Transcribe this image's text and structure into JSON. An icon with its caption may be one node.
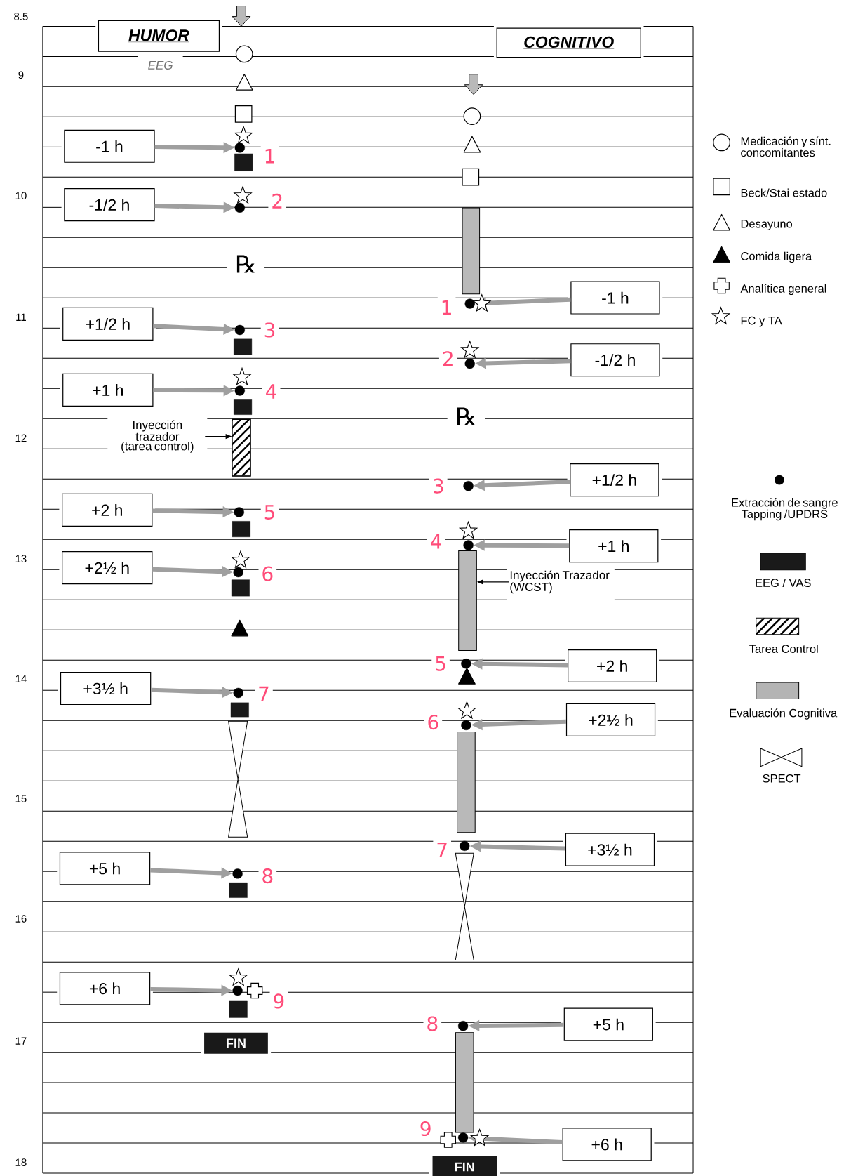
{
  "diagram": {
    "nodes": [
      {
        "text": [
          "HUMOR"
        ]
      },
      {
        "text": [
          "COGNITIVO"
        ]
      },
      {
        "text": [
          "-1 h"
        ]
      },
      {
        "text": [
          "-1/2 h"
        ]
      },
      {
        "text": [
          "+1/2 h"
        ]
      },
      {
        "text": [
          "+1 h"
        ]
      },
      {
        "text": [
          "+2 h"
        ]
      },
      {
        "text": [
          "+2½ h"
        ]
      },
      {
        "text": [
          "+3½ h"
        ]
      },
      {
        "text": [
          "+5 h"
        ]
      },
      {
        "text": [
          "+6 h"
        ]
      },
      {
        "text": [
          "-1 h"
        ]
      },
      {
        "text": [
          "-1/2 h"
        ]
      },
      {
        "text": [
          "+1/2 h"
        ]
      },
      {
        "text": [
          "+1 h"
        ]
      },
      {
        "text": [
          "+2 h"
        ]
      },
      {
        "text": [
          "+2½ h"
        ]
      },
      {
        "text": [
          "+3½ h"
        ]
      },
      {
        "text": [
          "+5 h"
        ]
      },
      {
        "text": [
          "+6 h"
        ]
      },
      {
        "text": [],
        "shape": "circle"
      },
      {
        "text": [],
        "shape": "circle"
      },
      {
        "text": [],
        "shape": "circle"
      },
      {
        "text": [],
        "shape": "circle"
      },
      {
        "text": [],
        "shape": "circle"
      },
      {
        "text": [],
        "shape": "circle"
      },
      {
        "text": [],
        "shape": "circle"
      },
      {
        "text": [],
        "shape": "circle"
      },
      {
        "text": [],
        "shape": "circle"
      },
      {
        "text": [],
        "shape": "circle"
      },
      {
        "text": [],
        "shape": "circle"
      },
      {
        "text": [],
        "shape": "circle"
      },
      {
        "text": [],
        "shape": "circle"
      },
      {
        "text": [],
        "shape": "circle"
      },
      {
        "text": [],
        "shape": "circle"
      },
      {
        "text": [],
        "shape": "circle"
      },
      {
        "text": [],
        "shape": "circle"
      },
      {
        "text": [],
        "shape": "circle"
      },
      {
        "text": [
          "Inyección trazador (tarea control)"
        ]
      },
      {
        "text": [],
        "shape": "bar"
      },
      {
        "text": [
          "Inyección Trazador (WCST)"
        ]
      },
      {
        "text": [],
        "shape": "bar"
      },
      {
        "text": [
          "FIN"
        ]
      },
      {
        "text": [
          "FIN"
        ]
      },
      {
        "text": [],
        "shape": "bar"
      },
      {
        "text": [],
        "shape": "bar"
      },
      {
        "text": [],
        "shape": "bar"
      },
      {
        "text": [],
        "shape": "hourglass"
      },
      {
        "text": [],
        "shape": "hourglass"
      },
      {
        "text": [],
        "shape": "box"
      },
      {
        "text": [],
        "shape": "box"
      },
      {
        "text": [],
        "shape": "box"
      },
      {
        "text": [],
        "shape": "box"
      },
      {
        "text": [],
        "shape": "box"
      },
      {
        "text": [],
        "shape": "box"
      },
      {
        "text": [],
        "shape": "box"
      },
      {
        "text": [],
        "shape": "box"
      }
    ],
    "edges": [
      {
        "from": 2,
        "to": 20,
        "arrow": "to"
      },
      {
        "from": 3,
        "to": 21,
        "arrow": "to"
      },
      {
        "from": 4,
        "to": 22,
        "arrow": "to"
      },
      {
        "from": 5,
        "to": 23,
        "arrow": "to"
      },
      {
        "from": 6,
        "to": 24,
        "arrow": "to"
      },
      {
        "from": 7,
        "to": 25,
        "arrow": "to"
      },
      {
        "from": 8,
        "to": 26,
        "arrow": "to"
      },
      {
        "from": 9,
        "to": 27,
        "arrow": "to"
      },
      {
        "from": 10,
        "to": 28,
        "arrow": "to"
      },
      {
        "from": 11,
        "to": 29,
        "arrow": "to"
      },
      {
        "from": 12,
        "to": 30,
        "arrow": "to"
      },
      {
        "from": 13,
        "to": 31,
        "arrow": "to"
      },
      {
        "from": 14,
        "to": 32,
        "arrow": "to"
      },
      {
        "from": 15,
        "to": 33,
        "arrow": "to"
      },
      {
        "from": 16,
        "to": 34,
        "arrow": "to"
      },
      {
        "from": 17,
        "to": 35,
        "arrow": "to"
      },
      {
        "from": 18,
        "to": 36,
        "arrow": "to"
      },
      {
        "from": 19,
        "to": 37,
        "arrow": "to"
      },
      {
        "from": 38,
        "to": 39,
        "arrow": "to",
        "color": "#000000"
      },
      {
        "from": 40,
        "to": 41,
        "arrow": "to",
        "color": "#000000"
      }
    ],
    "labels": [
      "8.5",
      "9",
      "10",
      "11",
      "12",
      "13",
      "14",
      "15",
      "16",
      "17",
      "18",
      "EEG",
      "℞",
      "℞",
      "1",
      "2",
      "3",
      "4",
      "5",
      "6",
      "7",
      "8",
      "9",
      "1",
      "2",
      "3",
      "4",
      "5",
      "6",
      "7",
      "8",
      "9"
    ],
    "legend": [
      {
        "text": "Medicación y sínt. concomitantes"
      },
      {
        "text": "Beck/Stai estado"
      },
      {
        "text": "Desayuno"
      },
      {
        "text": "Comida ligera"
      },
      {
        "text": "Analítica general"
      },
      {
        "text": "FC y TA"
      },
      {
        "text": "Extracción de sangre Tapping /UPDRS"
      },
      {
        "text": "EEG / VAS",
        "color": "#1a1a1a"
      },
      {
        "text": "Tarea Control"
      },
      {
        "text": "Evaluación Cognitiva",
        "color": "#b4b4b4"
      },
      {
        "text": "SPECT"
      }
    ]
  }
}
